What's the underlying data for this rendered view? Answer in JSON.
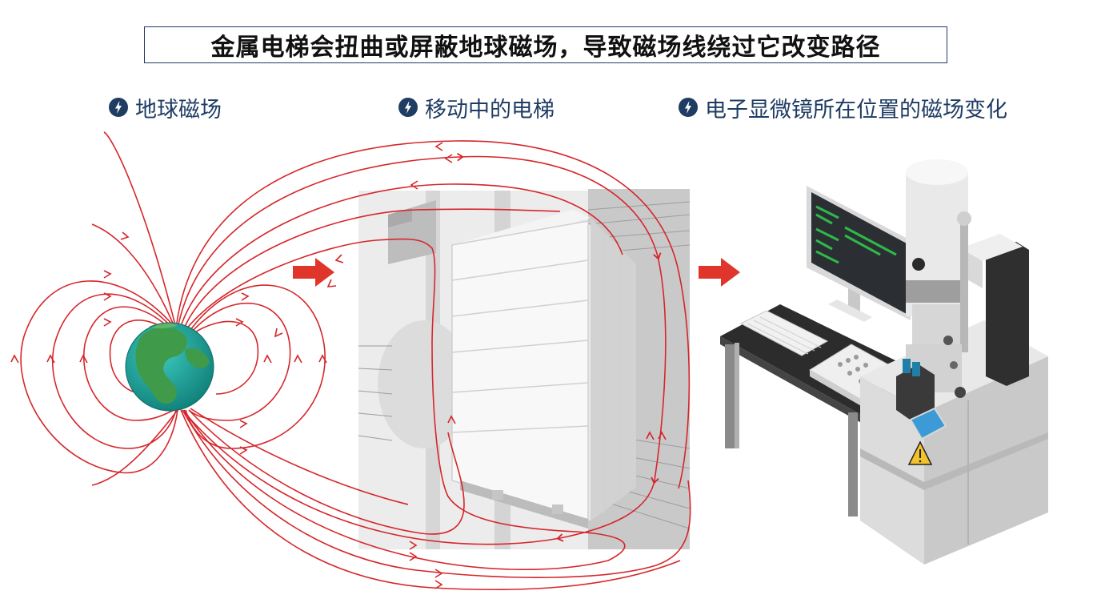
{
  "title": "金属电梯会扭曲或屏蔽地球磁场，导致磁场线绕过它改变路径",
  "labels": {
    "earth": "地球磁场",
    "elevator": "移动中的电梯",
    "microscope": "电子显微镜所在位置的磁场变化"
  },
  "icons": {
    "section_marker": "lightning-bolt-icon",
    "flow_arrow": "right-arrow-icon",
    "warning": "warning-triangle-icon"
  },
  "colors": {
    "field_line": "#d6262b",
    "arrow": "#e0352b",
    "label_text": "#1f3c63",
    "earth_ocean": "#1aa39b",
    "earth_land": "#3f9a4a"
  }
}
